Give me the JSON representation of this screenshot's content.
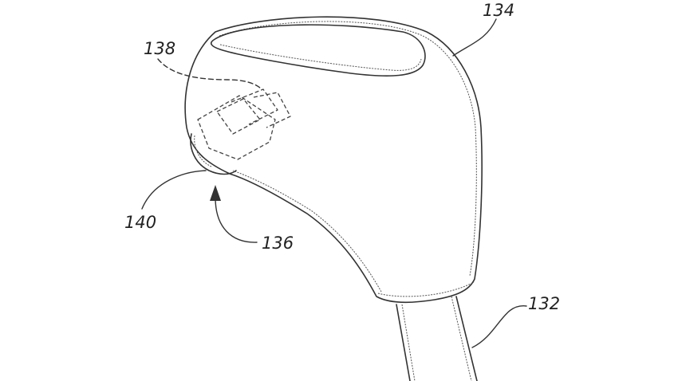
{
  "reference_numerals": {
    "knob": "134",
    "sensor_module": "138",
    "interface_region": "136",
    "button": "140",
    "shaft": "132"
  }
}
